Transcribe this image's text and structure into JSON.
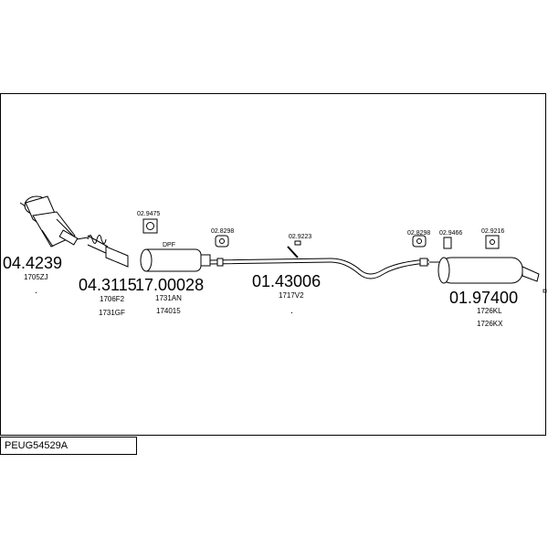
{
  "diagram": {
    "code": "PEUG54529A",
    "parts": [
      {
        "number": "04.4239",
        "refs": [
          "1705ZJ"
        ]
      },
      {
        "number": "04.3115",
        "refs": [
          "1706F2",
          "1731GF"
        ]
      },
      {
        "number": "17.00028",
        "refs": [
          "1731AN",
          "174015"
        ],
        "tag": "DPF"
      },
      {
        "number": "01.43006",
        "refs": [
          "1717V2"
        ]
      },
      {
        "number": "01.97400",
        "refs": [
          "1726KL",
          "1726KX"
        ]
      }
    ],
    "accessories": [
      "02.9475",
      "02.8298",
      "02.9223",
      "02.8298",
      "02.9466",
      "02.9216"
    ]
  }
}
